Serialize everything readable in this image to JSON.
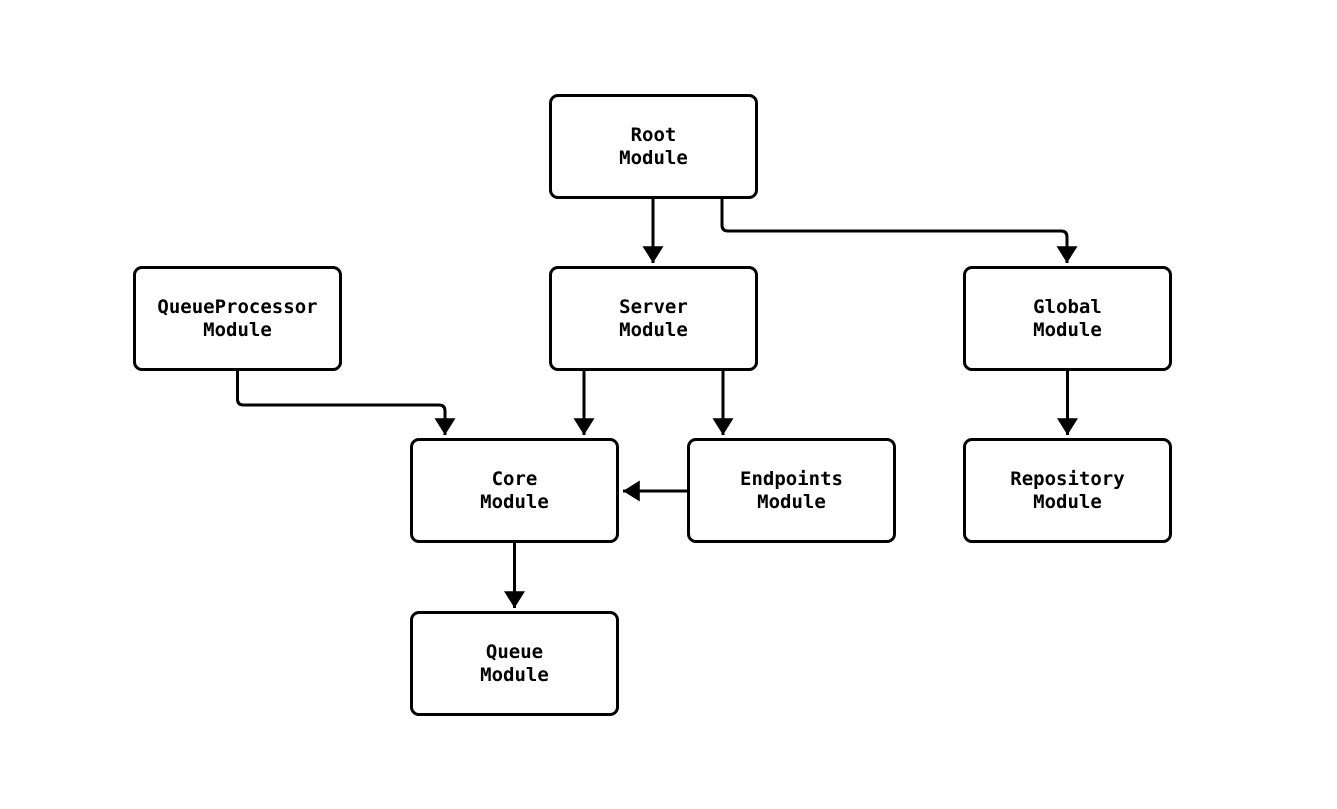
{
  "diagram": {
    "type": "flowchart",
    "background_color": "#ffffff",
    "node_fill_color": "#ffffff",
    "stroke_color": "#000000",
    "text_color": "#000000",
    "nodes": {
      "root": {
        "label": "Root\nModule"
      },
      "server": {
        "label": "Server\nModule"
      },
      "queueprocessor": {
        "label": "QueueProcessor\nModule"
      },
      "global": {
        "label": "Global\nModule"
      },
      "core": {
        "label": "Core\nModule"
      },
      "endpoints": {
        "label": "Endpoints\nModule"
      },
      "repository": {
        "label": "Repository\nModule"
      },
      "queue": {
        "label": "Queue\nModule"
      }
    },
    "edges": [
      {
        "from": "Root Module",
        "to": "Server Module"
      },
      {
        "from": "Root Module",
        "to": "Global Module"
      },
      {
        "from": "QueueProcessor Module",
        "to": "Core Module"
      },
      {
        "from": "Server Module",
        "to": "Core Module"
      },
      {
        "from": "Server Module",
        "to": "Endpoints Module"
      },
      {
        "from": "Endpoints Module",
        "to": "Core Module"
      },
      {
        "from": "Global Module",
        "to": "Repository Module"
      },
      {
        "from": "Core Module",
        "to": "Queue Module"
      }
    ]
  }
}
